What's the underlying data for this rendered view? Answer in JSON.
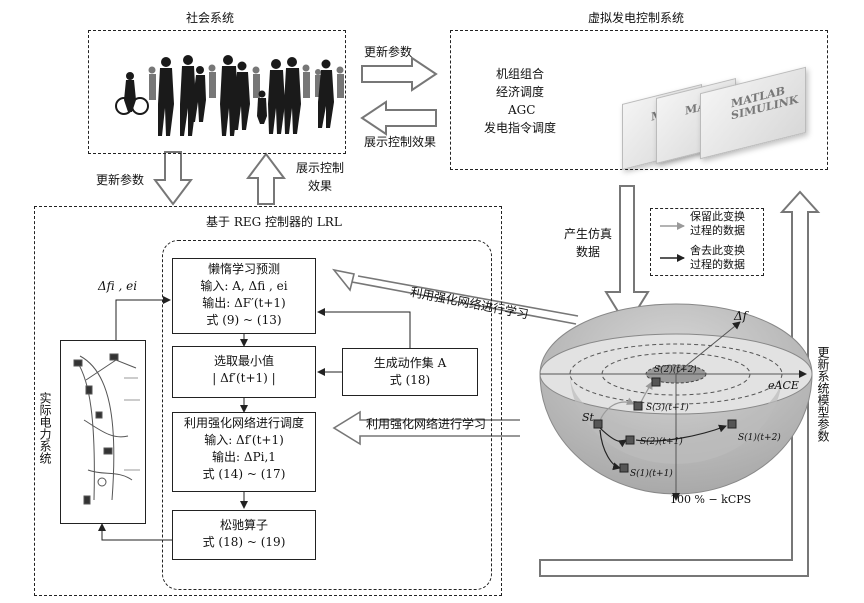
{
  "social_system": {
    "title": "社会系统"
  },
  "virtual_control": {
    "title": "虚拟发电控制系统",
    "items": [
      "机组组合",
      "经济调度",
      "AGC",
      "发电指令调度"
    ],
    "software": {
      "line1": "MATLAB",
      "line2": "SIMULINK"
    }
  },
  "top_arrows": {
    "update_params": "更新参数",
    "show_effect": "展示控制效果"
  },
  "mid_arrows": {
    "update_params": "更新参数",
    "show_effect_l1": "展示控制",
    "show_effect_l2": "效果"
  },
  "lrl": {
    "title": "基于 REG 控制器的 LRL"
  },
  "power_system": {
    "label": "实际电力系统",
    "io_label": "Δfi , ei"
  },
  "boxes": {
    "lazy": {
      "l1": "懒惰学习预测",
      "l2": "输入: A, Δfi , ei",
      "l3": "输出: ΔF′(t+1)",
      "l4": "式 (9) ~ (13)"
    },
    "select": {
      "l1": "选取最小值",
      "l2": "| Δf′(t+1) |"
    },
    "gen": {
      "l1": "生成动作集 A",
      "l2": "式 (18)"
    },
    "rl": {
      "l1": "利用强化网络进行调度",
      "l2": "输入: Δf′(t+1)",
      "l3": "输出: ΔPi,1",
      "l4": "式 (14) ~ (17)"
    },
    "relax": {
      "l1": "松驰算子",
      "l2": "式 (18) ~ (19)"
    }
  },
  "sim_data": {
    "l1": "产生仿真",
    "l2": "数据"
  },
  "legend": {
    "keep": [
      "保留此变换",
      "过程的数据"
    ],
    "discard": [
      "舍去此变换",
      "过程的数据"
    ]
  },
  "rl_labels": {
    "upper": "利用强化网络进行学习",
    "lower": "利用强化网络进行学习"
  },
  "hemisphere": {
    "axis_f": "Δf",
    "axis_e": "eACE",
    "axis_k": "100 % − kCPS",
    "states": [
      "St",
      "S(2)(t+2)",
      "S(3)(t+1)",
      "S(2)(t+1)",
      "S(1)(t+2)",
      "S(1)(t+1)"
    ]
  },
  "update_model": "更新系统模型参数",
  "colors": {
    "line": "#222222",
    "arrow_fill": "#bdbdbd",
    "gray_line": "#9a9a9a"
  }
}
